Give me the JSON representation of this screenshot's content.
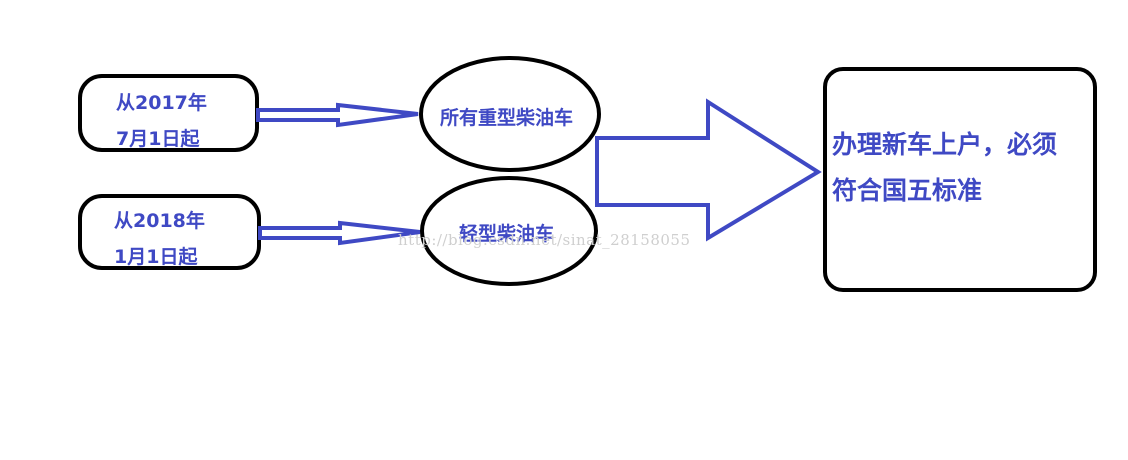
{
  "nodes": {
    "date_2017": {
      "line1": "从2017年",
      "line2": "7月1日起"
    },
    "date_2018": {
      "line1": "从2018年",
      "line2": "1月1日起"
    },
    "heavy_diesel": {
      "label": "所有重型柴油车"
    },
    "light_diesel": {
      "label": "轻型柴油车"
    },
    "result": {
      "line1": "办理新车上户，必须",
      "line2": "符合国五标准"
    }
  },
  "watermark": {
    "text": "http://blog.csdn.net/sinat_28158055"
  },
  "colors": {
    "accent": "#3f49c4",
    "stroke": "#000000",
    "watermark": "#cfcfcf"
  }
}
